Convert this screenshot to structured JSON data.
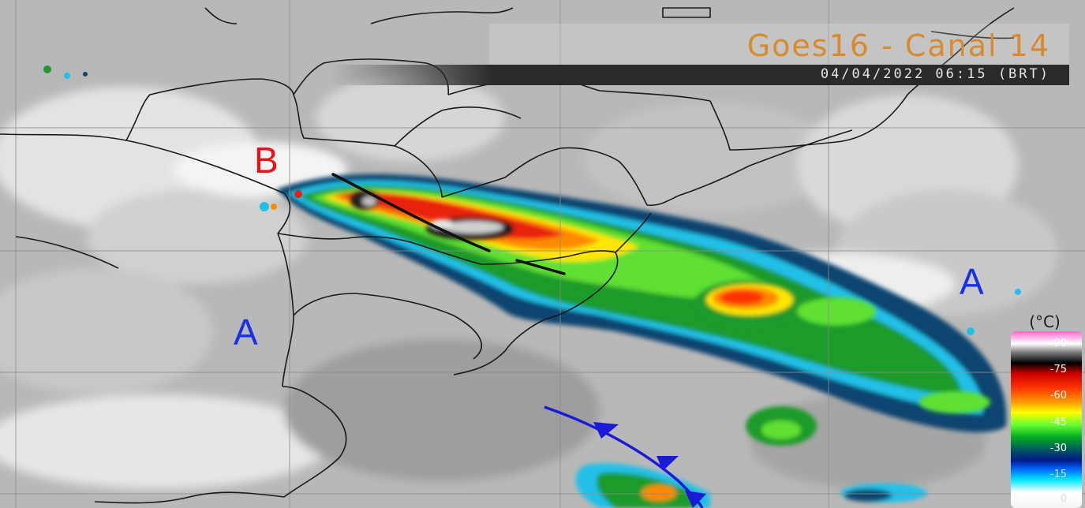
{
  "header": {
    "title": "Goes16 - Canal 14",
    "timestamp": "04/04/2022 06:15 (BRT)"
  },
  "systems": {
    "low_pressure": "B",
    "high_pressure_west": "A",
    "high_pressure_east": "A"
  },
  "colorbar": {
    "unit": "(°C)",
    "labels": [
      "-90",
      "-75",
      "-60",
      "-45",
      "-30",
      "-15",
      "0"
    ]
  },
  "colors": {
    "title": "#d98a2c",
    "timestamp": "#e6e6e6",
    "timestamp_bar": "#2a2a2a",
    "low_label": "#e8121a",
    "high_label": "#1530e6",
    "cold_front": "#1a1ad8",
    "trough": "#111111",
    "borders": "#1a1a1a",
    "grid": "#8c8c8c"
  }
}
